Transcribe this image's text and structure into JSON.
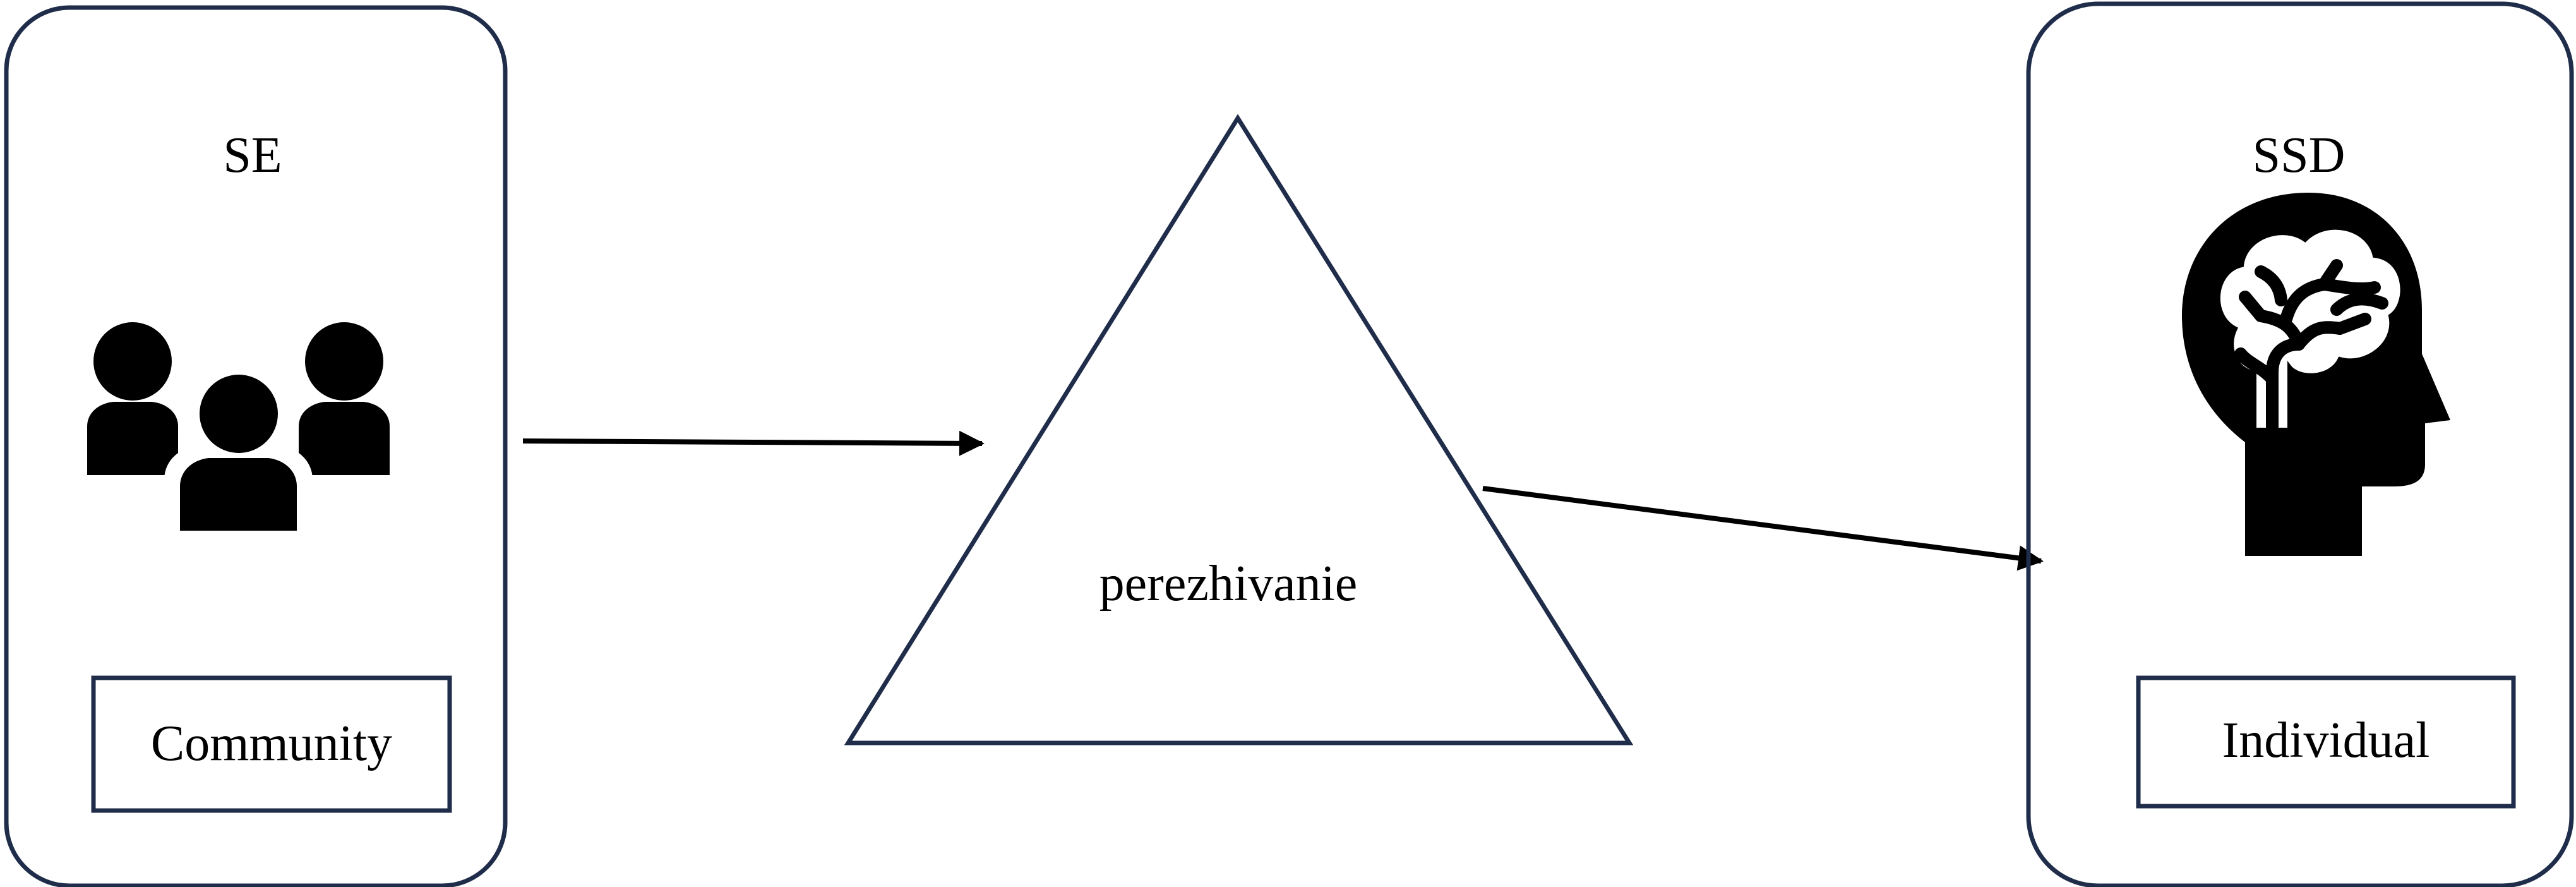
{
  "left_panel": {
    "title": "SE",
    "label": "Community",
    "icon": "community-group-icon"
  },
  "center": {
    "label": "perezhivanie"
  },
  "right_panel": {
    "title": "SSD",
    "label": "Individual",
    "icon": "head-brain-icon"
  },
  "colors": {
    "border": "#1f2d4a",
    "ink": "#000000",
    "background": "#ffffff"
  }
}
